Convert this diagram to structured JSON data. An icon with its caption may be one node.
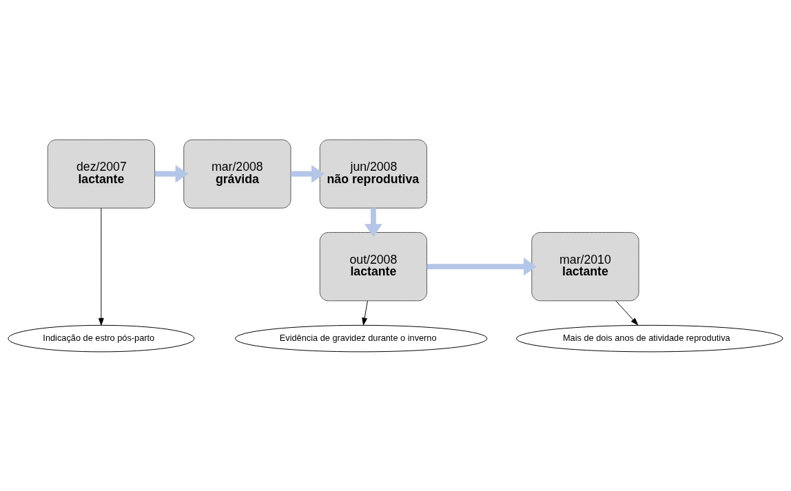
{
  "diagram": {
    "nodes": [
      {
        "text": [
          "dez/2007",
          "lactante"
        ]
      },
      {
        "text": [
          "mar/2008",
          "grávida"
        ]
      },
      {
        "text": [
          "jun/2008",
          "não reprodutiva"
        ]
      },
      {
        "text": [
          "out/2008",
          "lactante"
        ]
      },
      {
        "text": [
          "mar/2010",
          "lactante"
        ]
      },
      {
        "text": [
          "Indicação de estro pós-parto"
        ]
      },
      {
        "text": [
          "Evidência de gravidez durante o inverno"
        ]
      },
      {
        "text": [
          "Mais de dois anos de atividade reprodutiva"
        ]
      }
    ],
    "edges": [
      {
        "from": 0,
        "to": 1,
        "arrow": "to"
      },
      {
        "from": 1,
        "to": 2,
        "arrow": "to"
      },
      {
        "from": 2,
        "to": 3,
        "arrow": "to"
      },
      {
        "from": 3,
        "to": 4,
        "arrow": "to"
      },
      {
        "from": 0,
        "to": 5,
        "arrow": "to",
        "color": "#000000"
      },
      {
        "from": 3,
        "to": 6,
        "arrow": "to",
        "color": "#000000"
      },
      {
        "from": 4,
        "to": 7,
        "arrow": "to",
        "color": "#000000"
      }
    ]
  }
}
